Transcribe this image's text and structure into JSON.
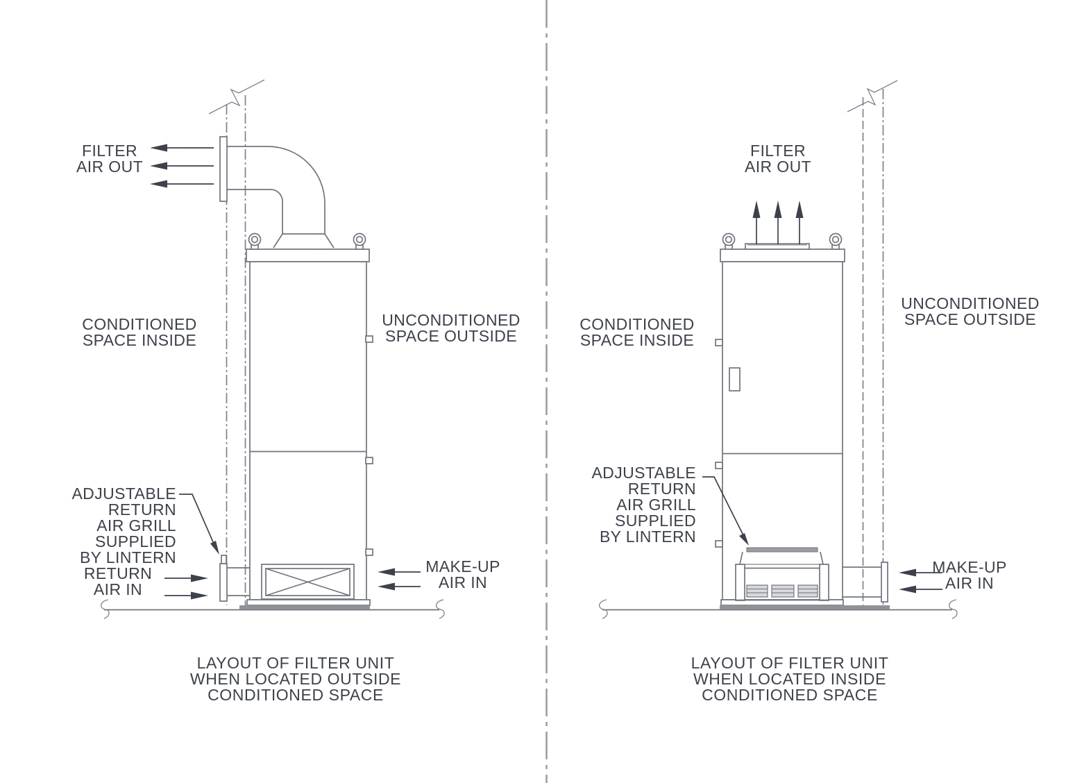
{
  "diagram": {
    "type": "technical-line-drawing",
    "subject": "Filter unit installation layouts",
    "divider_color": "#9b9ea5",
    "line_color": "#70747c",
    "text_color": "#3d414b",
    "background_color": "#ffffff"
  },
  "left_view": {
    "labels": {
      "filter_air_out": "FILTER\nAIR OUT",
      "conditioned_space": "CONDITIONED\nSPACE INSIDE",
      "unconditioned_space": "UNCONDITIONED\nSPACE OUTSIDE",
      "adjustable_grill": "ADJUSTABLE RETURN\nAIR GRILL SUPPLIED\nBY LINTERN",
      "return_air_in": "RETURN\nAIR IN",
      "makeup_air_in": "MAKE-UP\nAIR IN",
      "caption": "LAYOUT OF FILTER UNIT\nWHEN LOCATED OUTSIDE\nCONDITIONED SPACE"
    }
  },
  "right_view": {
    "labels": {
      "filter_air_out": "FILTER\nAIR OUT",
      "conditioned_space": "CONDITIONED\nSPACE INSIDE",
      "unconditioned_space": "UNCONDITIONED\nSPACE OUTSIDE",
      "adjustable_grill": "ADJUSTABLE RETURN\nAIR GRILL SUPPLIED\nBY LINTERN",
      "makeup_air_in": "MAKE-UP\nAIR IN",
      "caption": "LAYOUT OF FILTER UNIT\nWHEN LOCATED INSIDE\nCONDITIONED SPACE"
    }
  }
}
